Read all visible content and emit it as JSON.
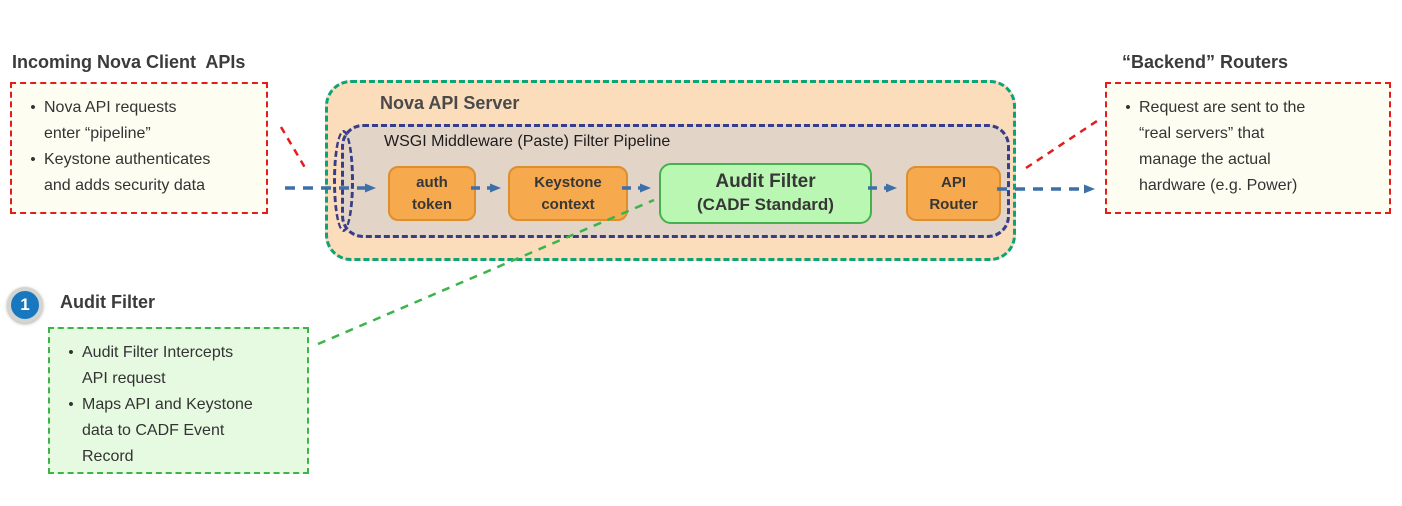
{
  "glyphs": {
    "bullet": "•"
  },
  "colors": {
    "red-dash": "#e51c1c",
    "green-dash": "#3cb44a",
    "blue-arrow": "#3d6fa8",
    "server-bg": "#fbdcbb",
    "server-border": "#0ba377",
    "pipeline-bg": "#e3d4c8",
    "pipeline-border": "#383d87",
    "orange-bg": "#f6a94d",
    "orange-border": "#dd8f2d",
    "stage-green-bg": "#b9f7b2",
    "stage-green-border": "#43b24e",
    "cream-bg": "#fdfdf2",
    "note-green-bg": "#e6fae1",
    "badge-blue": "#1778bf",
    "heading-text": "#3b3b3b"
  },
  "left_note": {
    "title": "Incoming Nova Client  APIs",
    "bullets": [
      "Nova API requests\nenter “pipeline”",
      "Keystone authenticates\nand adds security data"
    ]
  },
  "server": {
    "title": "Nova API Server",
    "pipeline_title": "WSGI Middleware (Paste) Filter Pipeline",
    "stages": [
      {
        "label": "auth\ntoken"
      },
      {
        "label": "Keystone\ncontext"
      },
      {
        "title": "Audit Filter",
        "subtitle": "(CADF Standard)"
      },
      {
        "label": "API\nRouter"
      }
    ]
  },
  "right_note": {
    "title": "“Backend” Routers",
    "bullets": [
      "Request are sent to the\n“real servers” that\nmanage the actual\nhardware (e.g. Power)"
    ]
  },
  "callout": {
    "number": "1",
    "title": "Audit Filter",
    "bullets": [
      "Audit Filter Intercepts\nAPI request",
      "Maps API and Keystone\ndata to CADF Event\nRecord"
    ]
  }
}
